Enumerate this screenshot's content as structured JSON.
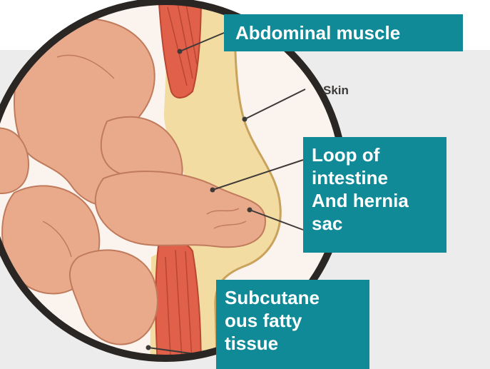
{
  "colors": {
    "callout_bg": "#0f8a96",
    "panel_bg": "#ececec",
    "muscle": "#e0604a",
    "fat": "#f3dca2",
    "intestine": "#e9aa8c",
    "ring": "#2a2624"
  },
  "labels": {
    "abdominal_muscle": "Abdominal muscle",
    "skin": "Skin",
    "loop": [
      "Loop of",
      "intestine",
      "And hernia",
      "sac"
    ],
    "subcutaneous": [
      "Subcutane",
      "ous fatty",
      "tissue"
    ]
  }
}
